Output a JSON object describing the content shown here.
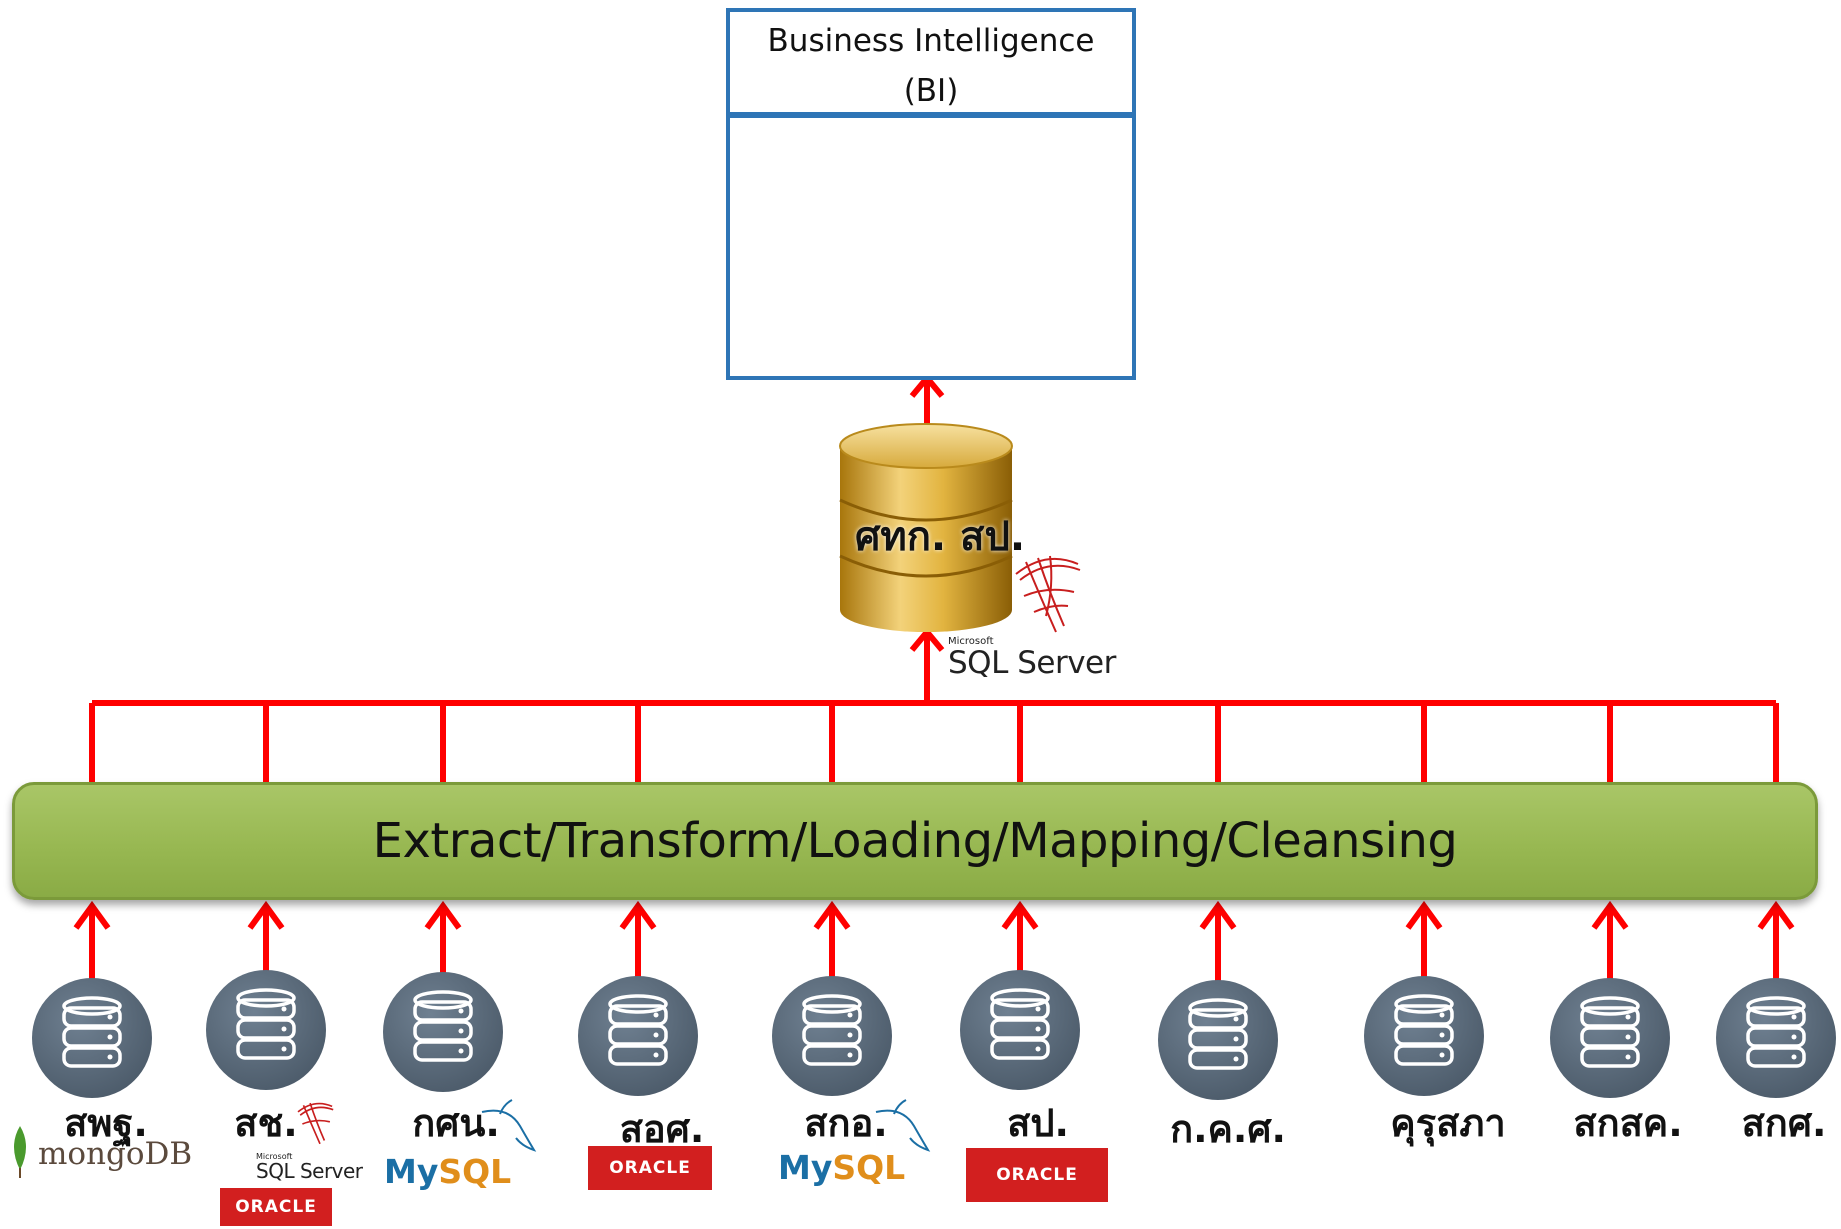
{
  "bi": {
    "title": "Business Intelligence",
    "subtitle": "(BI)"
  },
  "warehouse": {
    "label": "ศทก. สป."
  },
  "sql_logo": {
    "vendor": "Microsoft",
    "name": "SQL Server"
  },
  "etl": {
    "label": "Extract/Transform/Loading/Mapping/Cleansing"
  },
  "oracle_text": "ORACLE",
  "mysql": {
    "my": "My",
    "sql": "SQL"
  },
  "mongo": {
    "text": "mongoDB"
  },
  "sources": [
    {
      "label": "สพฐ."
    },
    {
      "label": "สช."
    },
    {
      "label": "กศน."
    },
    {
      "label": "สอศ."
    },
    {
      "label": "สกอ."
    },
    {
      "label": "สป."
    },
    {
      "label": "ก.ค.ศ."
    },
    {
      "label": "คุรุสภา"
    },
    {
      "label": "สกสค."
    },
    {
      "label": "สกศ."
    }
  ],
  "colors": {
    "connector": "#ff0000",
    "etl_fill": "#9bbb59",
    "bi_border": "#2e75b6",
    "db_icon": "#5a6a7a",
    "oracle": "#d21f1f",
    "gold": "#d4a62a"
  }
}
